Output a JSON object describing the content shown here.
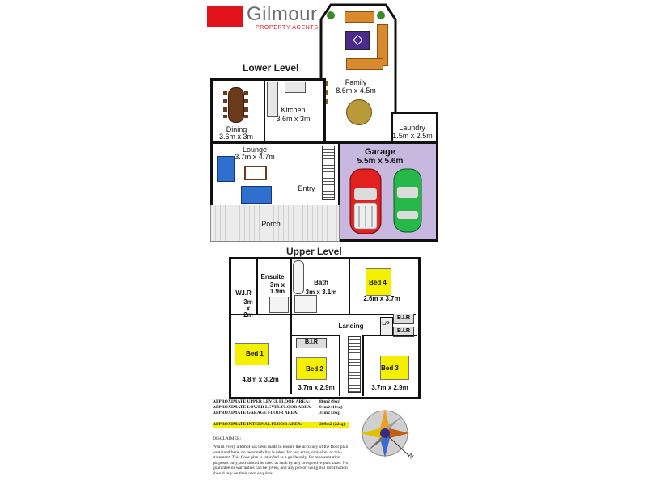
{
  "brand": {
    "name": "Gilmour",
    "tagline": "PROPERTY AGENTS",
    "logo_color": "#e2131a"
  },
  "levels": {
    "lower": "Lower Level",
    "upper": "Upper Level"
  },
  "rooms": {
    "family": {
      "name": "Family",
      "size": "8.6m x 4.5m"
    },
    "kitchen": {
      "name": "Kitchen",
      "size": "3.6m x 3m"
    },
    "dining": {
      "name": "Dining",
      "size": "3.6m x 3m"
    },
    "laundry": {
      "name": "Laundry",
      "size": "1.5m x 2.5m"
    },
    "lounge": {
      "name": "Lounge",
      "size": "3.7m x 4.7m"
    },
    "entry": {
      "name": "Entry"
    },
    "garage": {
      "name": "Garage",
      "size": "5.5m x 5.6m"
    },
    "porch": {
      "name": "Porch"
    },
    "ensuite": {
      "name": "Ensuite",
      "size_a": "3m x",
      "size_b": "1.9m"
    },
    "bath": {
      "name": "Bath",
      "size": "3m x 3.1m"
    },
    "bed4": {
      "name": "Bed 4",
      "size": "2.6m x 3.7m"
    },
    "wir": {
      "name": "W.I.R",
      "size_a": "3m",
      "size_b": "x",
      "size_c": "2m"
    },
    "landing": {
      "name": "Landing"
    },
    "lp": {
      "name": "L/P"
    },
    "bir": {
      "label": "B.I.R"
    },
    "bed1": {
      "name": "Bed 1",
      "size": "4.8m x 3.2m"
    },
    "bed2": {
      "name": "Bed 2",
      "size": "3.7m x 2.9m"
    },
    "bed3": {
      "name": "Bed 3",
      "size": "3.7m x 2.9m"
    }
  },
  "areas": [
    {
      "label": "APPROXIMATE UPPER LEVEL FLOOR AREA:",
      "value": "86m2 (9sq)"
    },
    {
      "label": "APPROXIMATE LOWER LEVEL FLOOR AREA:",
      "value": "94m2 (10sq)"
    },
    {
      "label": "APPROXIMATE GARAGE FLOOR AREA:",
      "value": "31m2 (3sq)"
    }
  ],
  "internal_area": {
    "label": "APPROXIMATE INTERNAL FLOOR AREA:",
    "value": "269m2 (22sq)"
  },
  "disclaimer": {
    "title": "DISCLAIMER:",
    "text": "Whilst every attempt has been made to ensure the accuracy of the floor plan contained here, no responsibility is taken for any error, omission, or mis-statement. This floor plan is intended as a guide only, for representation purposes only, and should be used as such by any prospective purchaser. No guarantee or warranties can be given, and any person using this information should rely on their own enquires."
  },
  "compass": {
    "north": "N"
  },
  "colors": {
    "garage_fill": "#c8b8e0",
    "bed_fill": "#f5f000",
    "car_red": "#e32020",
    "car_green": "#28b84a",
    "rug": "#4a2a8a"
  }
}
